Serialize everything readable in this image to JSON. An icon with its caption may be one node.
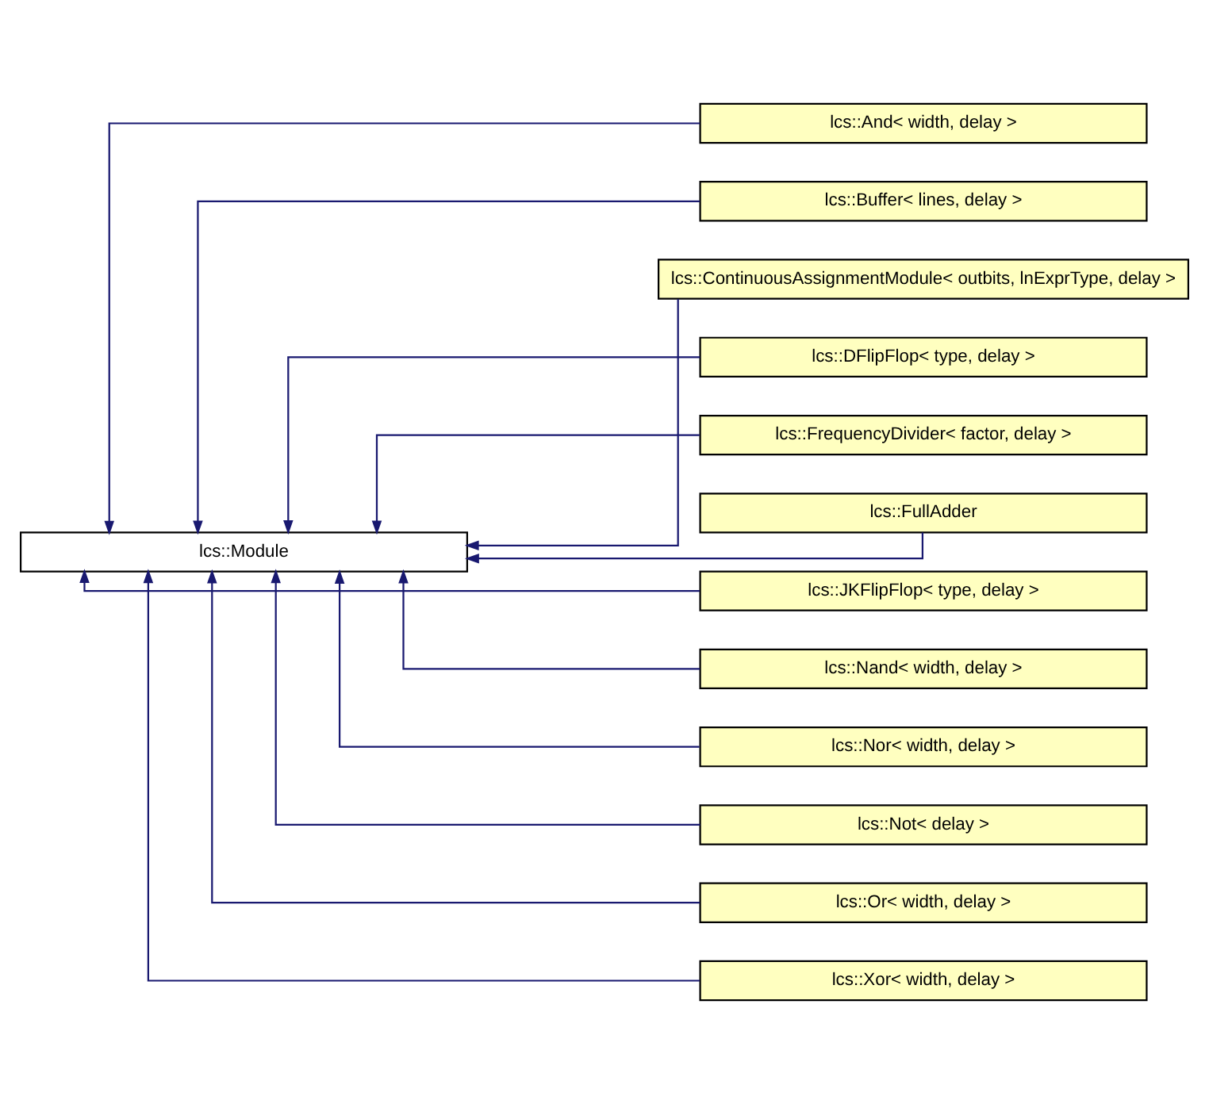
{
  "diagram": {
    "nodes": [
      {
        "text": [
          "lcs::Module"
        ]
      },
      {
        "text": [
          "lcs::And< width, delay >"
        ]
      },
      {
        "text": [
          "lcs::Buffer< lines, delay >"
        ]
      },
      {
        "text": [
          "lcs::ContinuousAssignmentModule< outbits, lnExprType, delay >"
        ]
      },
      {
        "text": [
          "lcs::DFlipFlop< type, delay >"
        ]
      },
      {
        "text": [
          "lcs::FrequencyDivider< factor, delay >"
        ]
      },
      {
        "text": [
          "lcs::FullAdder"
        ]
      },
      {
        "text": [
          "lcs::JKFlipFlop< type, delay >"
        ]
      },
      {
        "text": [
          "lcs::Nand< width, delay >"
        ]
      },
      {
        "text": [
          "lcs::Nor< width, delay >"
        ]
      },
      {
        "text": [
          "lcs::Not< delay >"
        ]
      },
      {
        "text": [
          "lcs::Or< width, delay >"
        ]
      },
      {
        "text": [
          "lcs::Xor< width, delay >"
        ]
      }
    ],
    "edges": [
      {
        "from": 1,
        "to": 0,
        "arrow": "to"
      },
      {
        "from": 2,
        "to": 0,
        "arrow": "to"
      },
      {
        "from": 3,
        "to": 0,
        "arrow": "to"
      },
      {
        "from": 4,
        "to": 0,
        "arrow": "to"
      },
      {
        "from": 5,
        "to": 0,
        "arrow": "to"
      },
      {
        "from": 6,
        "to": 0,
        "arrow": "to"
      },
      {
        "from": 7,
        "to": 0,
        "arrow": "to"
      },
      {
        "from": 8,
        "to": 0,
        "arrow": "to"
      },
      {
        "from": 9,
        "to": 0,
        "arrow": "to"
      },
      {
        "from": 10,
        "to": 0,
        "arrow": "to"
      },
      {
        "from": 11,
        "to": 0,
        "arrow": "to"
      },
      {
        "from": 12,
        "to": 0,
        "arrow": "to"
      }
    ]
  }
}
